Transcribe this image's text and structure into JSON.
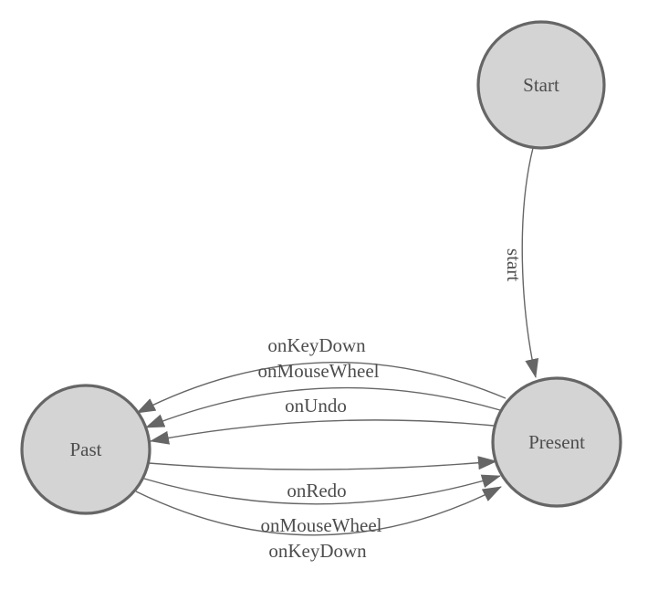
{
  "diagram": {
    "kind": "state-diagram",
    "nodes": [
      {
        "id": "start",
        "label": "Start"
      },
      {
        "id": "present",
        "label": "Present"
      },
      {
        "id": "past",
        "label": "Past"
      }
    ],
    "edges": [
      {
        "from": "Start",
        "to": "Present",
        "label": "start"
      },
      {
        "from": "Present",
        "to": "Past",
        "label": "onKeyDown"
      },
      {
        "from": "Present",
        "to": "Past",
        "label": "onMouseWheel"
      },
      {
        "from": "Present",
        "to": "Past",
        "label": "onUndo"
      },
      {
        "from": "Past",
        "to": "Present",
        "label": "onRedo"
      },
      {
        "from": "Past",
        "to": "Present",
        "label": "onMouseWheel"
      },
      {
        "from": "Past",
        "to": "Present",
        "label": "onKeyDown"
      }
    ],
    "colors": {
      "node_fill": "#d4d4d4",
      "node_stroke": "#666666",
      "edge_stroke": "#666666",
      "arrowhead": "#666666",
      "label_text": "#4d4d4d",
      "background": "#ffffff"
    }
  }
}
